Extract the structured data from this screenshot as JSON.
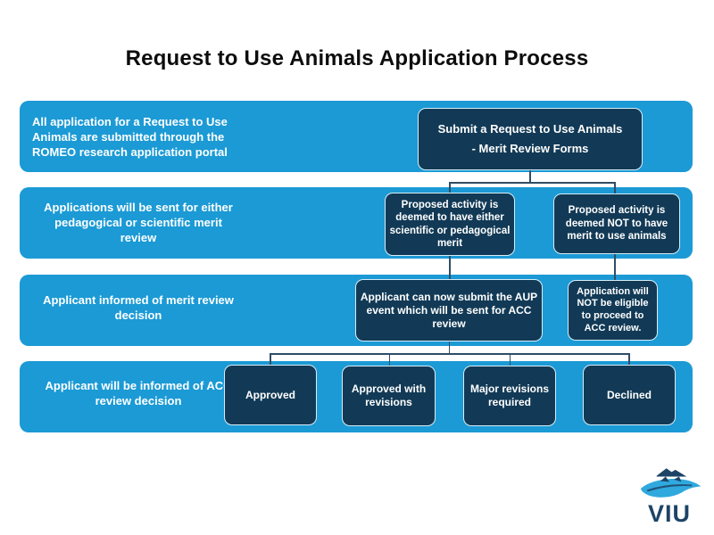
{
  "title": "Request to Use Animals Application Process",
  "colors": {
    "band": "#1b9ad5",
    "box": "#123a56",
    "box_border": "#d9edf7",
    "connector": "#2f4d66",
    "label": "#ffffff",
    "title": "#0d0d0d",
    "logo_navy": "#1d4467",
    "logo_blue": "#2fa9de"
  },
  "rows": [
    {
      "label": "All application for a Request to Use Animals  are submitted through the\nROMEO research application portal",
      "label_lines": "All application for a Request to Use\nAnimals  are submitted through the\nROMEO research application portal",
      "boxes": [
        {
          "line1": "Submit a Request to Use Animals",
          "line2": "- Merit Review Forms"
        }
      ]
    },
    {
      "label_lines": "Applications will be sent for either\npedagogical or scientific merit\nreview",
      "boxes": [
        {
          "text": "Proposed activity is\ndeemed to have either\nscientific or pedagogical\nmerit"
        },
        {
          "text": "Proposed activity is\ndeemed NOT to have\nmerit to use animals"
        }
      ]
    },
    {
      "label_lines": "Applicant informed of merit review\ndecision",
      "boxes": [
        {
          "text": "Applicant can now submit the AUP\nevent which will be sent for ACC\nreview"
        },
        {
          "text": "Application will\nNOT be eligible\nto proceed to\nACC review."
        }
      ]
    },
    {
      "label_lines": "Applicant will be informed of ACC\nreview decision",
      "boxes": [
        {
          "text": "Approved"
        },
        {
          "text": "Approved with\nrevisions"
        },
        {
          "text": "Major revisions\nrequired"
        },
        {
          "text": "Declined"
        }
      ]
    }
  ],
  "logo": {
    "text": "VIU"
  }
}
